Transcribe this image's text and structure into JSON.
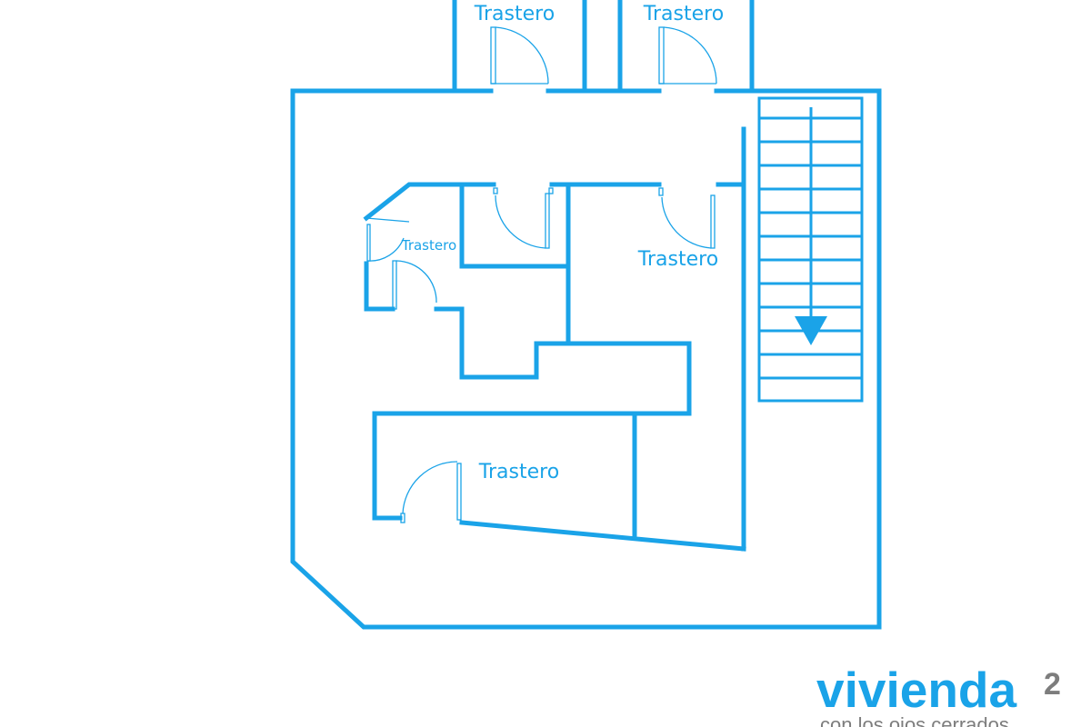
{
  "rooms": [
    {
      "label": "Trastero"
    },
    {
      "label": "Trastero"
    },
    {
      "label": "Trastero"
    },
    {
      "label": "Trastero"
    },
    {
      "label": "Trastero"
    }
  ],
  "logo": {
    "name": "vivienda",
    "superscript": "2",
    "tagline": "con los ojos cerrados"
  },
  "colors": {
    "plan": "#1aa3e8",
    "logo_secondary": "#7d7d7d"
  }
}
